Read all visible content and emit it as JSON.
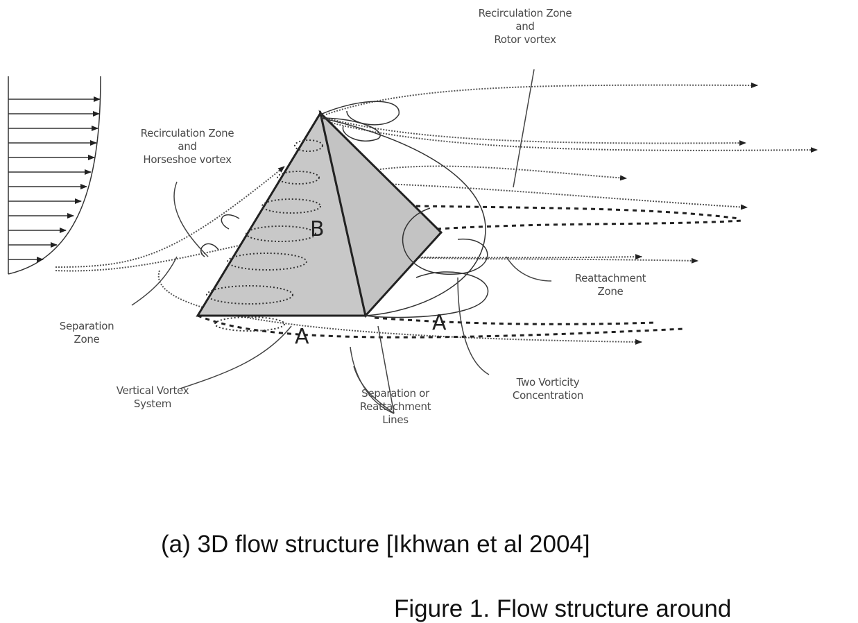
{
  "figure": {
    "labels": {
      "rotor": "Recirculation Zone\nand\nRotor vortex",
      "horseshoe": "Recirculation Zone\nand\nHorseshoe vortex",
      "separation_zone": "Separation\nZone",
      "vertical_vortex": "Vertical Vortex\nSystem",
      "separation_lines": "Separation or\nReattachment\nLines",
      "two_vorticity": "Two Vorticity\nConcentration",
      "reattachment_zone": "Reattachment\nZone"
    },
    "face_labels": {
      "face_b": "B",
      "face_a_left": "A",
      "face_a_right": "A"
    },
    "colors": {
      "pyramid_fill": "#c8c8c8",
      "line": "#222222",
      "label": "#4a4a4a"
    }
  },
  "captions": {
    "subcaption": "(a) 3D flow structure [Ikhwan et al 2004]",
    "figure_caption": "Figure 1. Flow structure around"
  }
}
